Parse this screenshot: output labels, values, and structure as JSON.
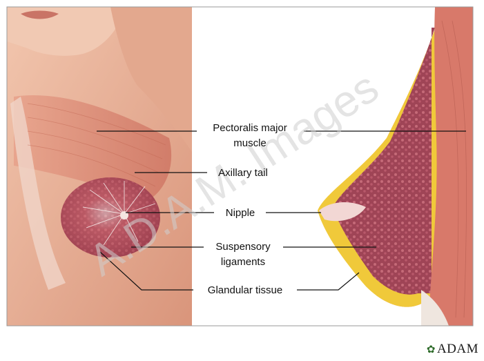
{
  "labels": {
    "pectoralis_line1": "Pectoralis major",
    "pectoralis_line2": "muscle",
    "axillary_tail": "Axillary tail",
    "nipple": "Nipple",
    "suspensory_line1": "Suspensory",
    "suspensory_line2": "ligaments",
    "glandular_tissue": "Glandular tissue"
  },
  "watermark": "A.D.A.M. Images",
  "brand": "ADAM",
  "colors": {
    "skin": "#e9b79e",
    "muscle": "#de8e78",
    "fat": "#f0d13a",
    "gland": "#a94a5c",
    "background": "#ffffff"
  }
}
